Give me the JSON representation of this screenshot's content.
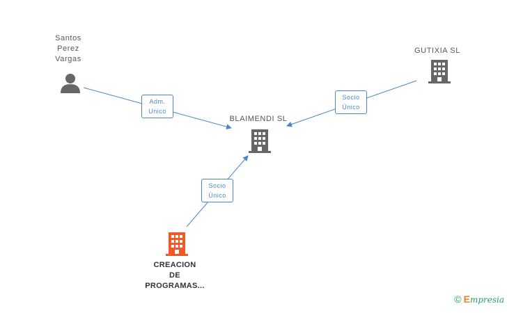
{
  "nodes": {
    "person": {
      "lines": [
        "Santos",
        "Perez",
        "Vargas"
      ],
      "color": "#666666"
    },
    "center": {
      "lines": [
        "BLAIMENDI SL"
      ],
      "color": "#666666"
    },
    "gutixia": {
      "lines": [
        "GUTIXIA SL"
      ],
      "color": "#666666"
    },
    "creacion": {
      "lines": [
        "CREACION",
        "DE",
        "PROGRAMAS..."
      ],
      "color": "#f05a28"
    }
  },
  "edges": {
    "person_to_center": {
      "lines": [
        "Adm.",
        "Unico"
      ]
    },
    "gutixia_to_center": {
      "lines": [
        "Socio",
        "Único"
      ]
    },
    "creacion_to_center": {
      "lines": [
        "Socio",
        "Único"
      ]
    }
  },
  "colors": {
    "edge": "#4a86c8"
  },
  "footer": {
    "copyright": "©",
    "brand_first": "E",
    "brand_rest": "mpresia"
  }
}
